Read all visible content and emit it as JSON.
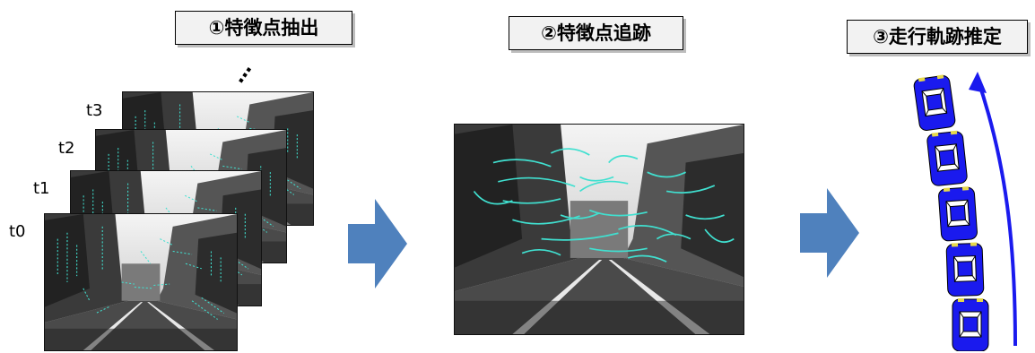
{
  "steps": [
    {
      "title": "①特徴点抽出"
    },
    {
      "title": "②特徴点追跡"
    },
    {
      "title": "③走行軌跡推定"
    }
  ],
  "frames": [
    "t0",
    "t1",
    "t2",
    "t3"
  ],
  "ellipsis": "…",
  "colors": {
    "arrow": "#4f81bd",
    "feature": "#40e0d0",
    "car": "#1a1aee",
    "trajectory": "#1a1aee"
  }
}
